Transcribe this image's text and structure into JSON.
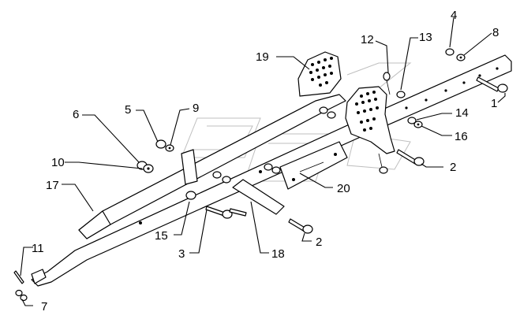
{
  "callouts": {
    "n1": "1",
    "n2a": "2",
    "n2b": "2",
    "n3": "3",
    "n4": "4",
    "n5": "5",
    "n6": "6",
    "n7": "7",
    "n8": "8",
    "n9": "9",
    "n10": "10",
    "n11": "11",
    "n12": "12",
    "n13": "13",
    "n14": "14",
    "n15": "15",
    "n16": "16",
    "n17": "17",
    "n18": "18",
    "n19": "19",
    "n20": "20"
  }
}
